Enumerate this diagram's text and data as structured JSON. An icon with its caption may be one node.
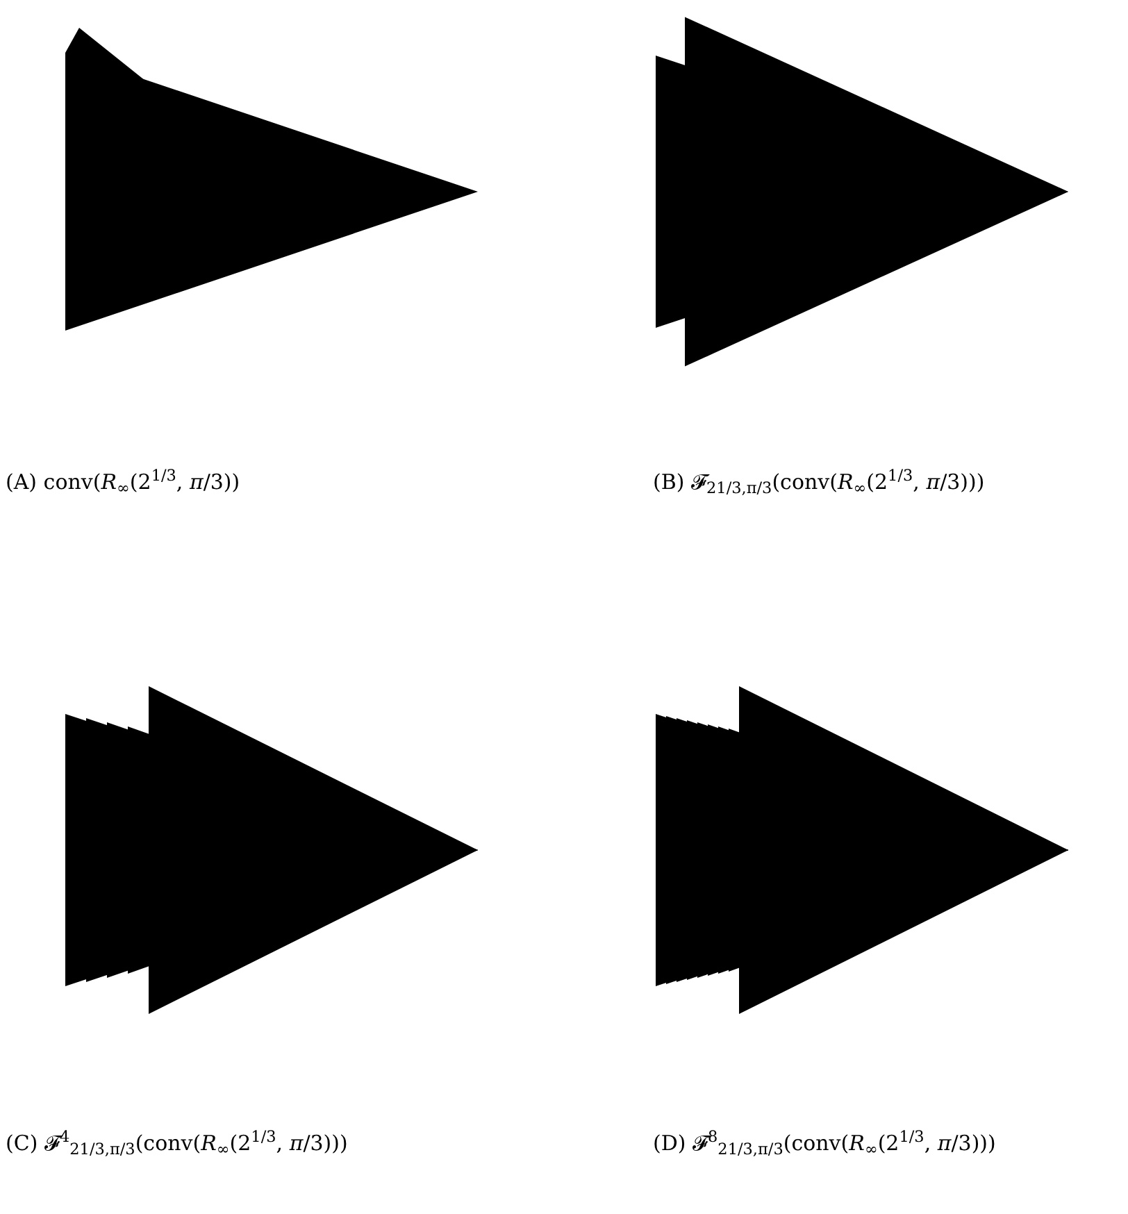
{
  "diagram": {
    "labels": [
      "(A) conv(*R*$_{∞}$(2$^{1/3}$, *π*/3))",
      "(B) 𝓕$_{21/3,π/3}$(conv(*R*$_{∞}$(2$^{1/3}$, *π*/3)))",
      "(C) 𝓕$^{4}$$_{21/3,π/3}$(conv(*R*$_{∞}$(2$^{1/3}$, *π*/3)))",
      "(D) 𝓕$^{8}$$_{21/3,π/3}$(conv(*R*$_{∞}$(2$^{1/3}$, *π*/3)))"
    ]
  }
}
